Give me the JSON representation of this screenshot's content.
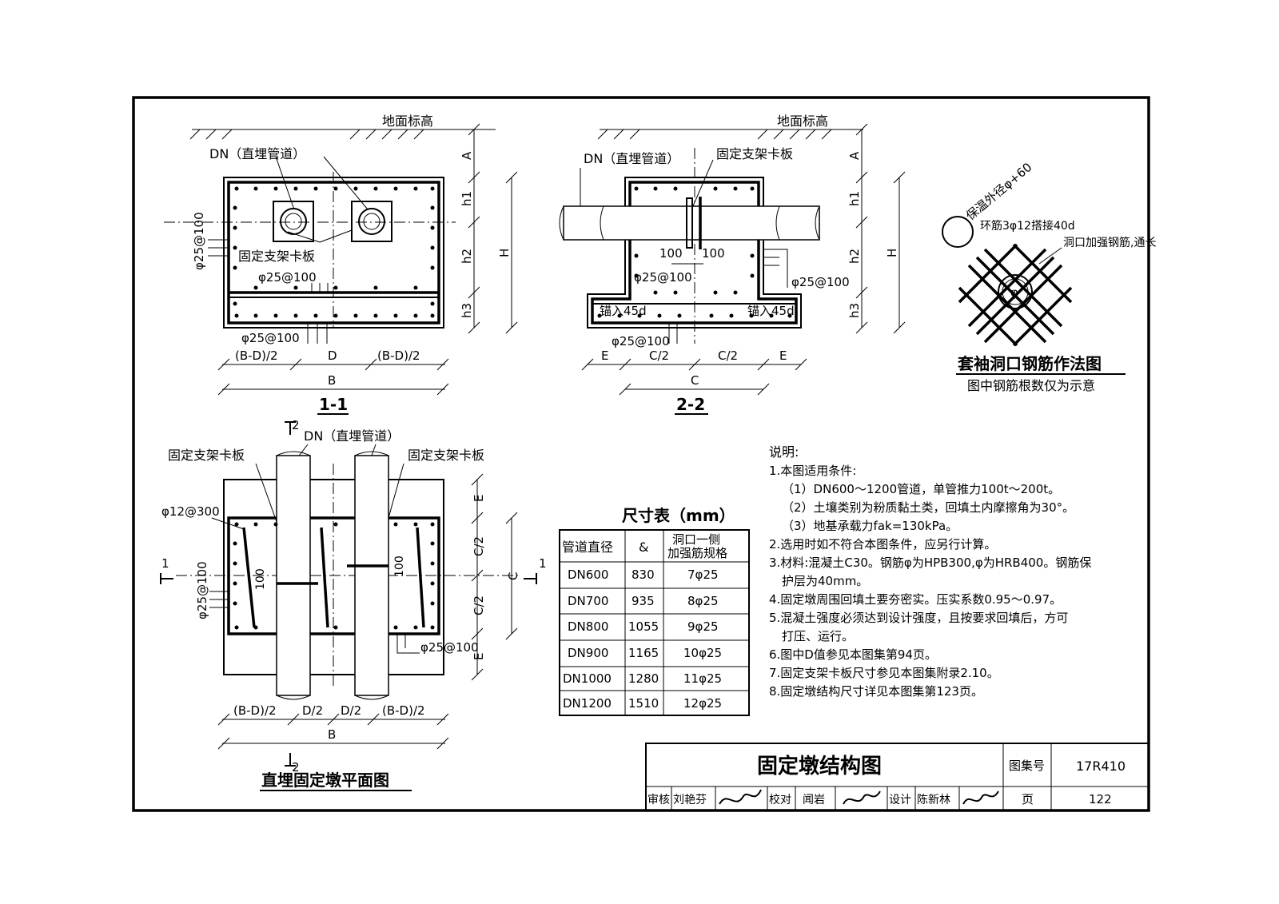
{
  "sec11": {
    "ground": "地面标高",
    "dn": "DN（直埋管道）",
    "clamp": "固定支架卡板",
    "rebar_side": "φ25@100",
    "rebar_mid": "φ25@100",
    "rebar_bot": "φ25@100",
    "A": "A",
    "h1": "h1",
    "h2": "h2",
    "h3": "h3",
    "H": "H",
    "bd1": "(B-D)/2",
    "d": "D",
    "bd2": "(B-D)/2",
    "b": "B",
    "caption": "1-1"
  },
  "sec22": {
    "ground": "地面标高",
    "dn": "DN（直埋管道）",
    "clamp": "固定支架卡板",
    "d100a": "100",
    "d100b": "100",
    "rebar_in": "φ25@100",
    "rebar_right": "φ25@100",
    "anchor_l": "锚入45d",
    "anchor_r": "锚入45d",
    "rebar_bot": "φ25@100",
    "A": "A",
    "h1": "h1",
    "h2": "h2",
    "h3": "h3",
    "H": "H",
    "e1": "E",
    "c2a": "C/2",
    "c2b": "C/2",
    "e2": "E",
    "c": "C",
    "caption": "2-2"
  },
  "sleeve": {
    "outer": "保温外径φ+60",
    "ring": "环筋3φ12搭接40d",
    "opening": "洞口加强钢筋,通长",
    "phi": "φ",
    "title": "套袖洞口钢筋作法图",
    "note": "图中钢筋根数仅为示意"
  },
  "plan": {
    "cut_top": "2",
    "cut_bot": "2",
    "cut_left": "1",
    "cut_right": "1",
    "dn": "DN（直埋管道）",
    "clamp_l": "固定支架卡板",
    "clamp_r": "固定支架卡板",
    "rebar_stir": "φ12@300",
    "rebar_left": "φ25@100",
    "rebar_bot": "φ25@100",
    "d100a": "100",
    "d100b": "100",
    "e1": "E",
    "c2a": "C/2",
    "c2b": "C/2",
    "e2": "E",
    "c": "C",
    "bd1": "(B-D)/2",
    "d2a": "D/2",
    "d2b": "D/2",
    "bd2": "(B-D)/2",
    "b": "B",
    "title": "直埋固定墩平面图"
  },
  "table": {
    "title": "尺寸表（mm）",
    "headers": [
      "管道直径",
      "&",
      "洞口一侧",
      "加强筋规格"
    ],
    "rows": [
      [
        "DN600",
        "830",
        "7φ25"
      ],
      [
        "DN700",
        "935",
        "8φ25"
      ],
      [
        "DN800",
        "1055",
        "9φ25"
      ],
      [
        "DN900",
        "1165",
        "10φ25"
      ],
      [
        "DN1000",
        "1280",
        "11φ25"
      ],
      [
        "DN1200",
        "1510",
        "12φ25"
      ]
    ]
  },
  "notes": {
    "head": "说明:",
    "lines": [
      "1.本图适用条件:",
      "（1）DN600～1200管道，单管推力100t～200t。",
      "（2）土壤类别为粉质黏土类，回填土内摩擦角为30°。",
      "（3）地基承载力fak=130kPa。",
      "2.选用时如不符合本图条件，应另行计算。",
      "3.材料:混凝土C30。钢筋φ为HPB300,φ为HRB400。钢筋保",
      "护层为40mm。",
      "4.固定墩周围回填土要夯密实。压实系数0.95～0.97。",
      "5.混凝土强度必须达到设计强度，且按要求回填后，方可",
      "打压、运行。",
      "6.图中D值参见本图集第94页。",
      "7.固定支架卡板尺寸参见本图集附录2.10。",
      "8.固定墩结构尺寸详见本图集第123页。"
    ]
  },
  "titleblock": {
    "title": "固定墩结构图",
    "atlas_label": "图集号",
    "atlas_no": "17R410",
    "review": "审核",
    "reviewer": "刘艳芬",
    "check": "校对",
    "checker": "闻岩",
    "design": "设计",
    "designer": "陈新林",
    "page_label": "页",
    "page_no": "122"
  }
}
